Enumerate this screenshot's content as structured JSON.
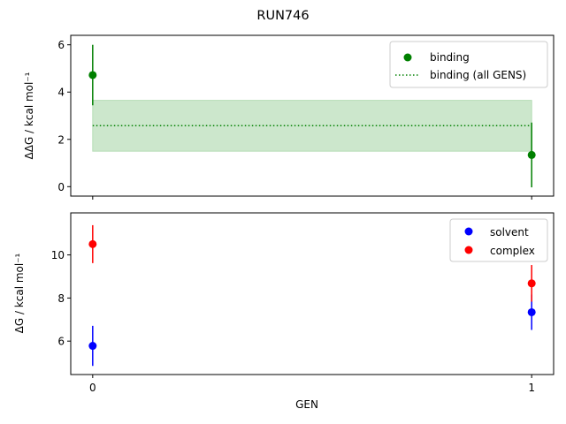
{
  "chart_data": [
    {
      "type": "scatter",
      "title": "RUN746",
      "xlabel": "",
      "ylabel": "ΔΔG / kcal mol⁻¹",
      "x": [
        0,
        1
      ],
      "xlim": [
        -0.05,
        1.05
      ],
      "ylim": [
        -0.4,
        6.4
      ],
      "yticks": [
        0,
        2,
        4,
        6
      ],
      "series": [
        {
          "name": "binding",
          "color": "#008000",
          "x": [
            0,
            1
          ],
          "y": [
            4.72,
            1.34
          ],
          "yerr": [
            1.28,
            1.37
          ]
        }
      ],
      "mean_line": {
        "name": "binding (all GENS)",
        "color": "#008000",
        "value": 2.58,
        "band_low": 1.5,
        "band_high": 3.65,
        "band_color": "#b6ddb6"
      },
      "legend": "top-right"
    },
    {
      "type": "scatter",
      "xlabel": "GEN",
      "ylabel": "ΔG / kcal mol⁻¹",
      "x": [
        0,
        1
      ],
      "xticks": [
        "0",
        "1"
      ],
      "xlim": [
        -0.05,
        1.05
      ],
      "ylim": [
        4.45,
        11.95
      ],
      "yticks": [
        6,
        8,
        10
      ],
      "series": [
        {
          "name": "solvent",
          "color": "#0000ff",
          "x": [
            0,
            1
          ],
          "y": [
            5.78,
            7.34
          ],
          "yerr": [
            0.93,
            0.82
          ]
        },
        {
          "name": "complex",
          "color": "#ff0000",
          "x": [
            0,
            1
          ],
          "y": [
            10.5,
            8.68
          ],
          "yerr": [
            0.88,
            0.85
          ]
        }
      ],
      "legend": "top-right"
    }
  ]
}
